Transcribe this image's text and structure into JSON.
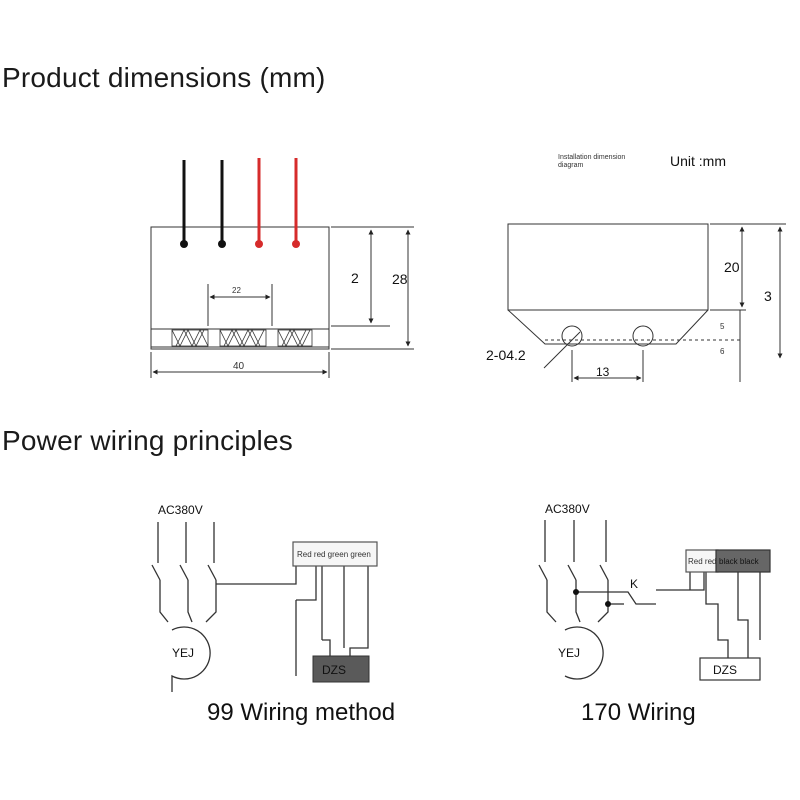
{
  "headings": {
    "dimensions": "Product dimensions (mm)",
    "wiring": "Power wiring principles"
  },
  "dim_left": {
    "width": "40",
    "spacing": "22",
    "inner_height": "2",
    "total_height": "28"
  },
  "dim_right": {
    "caption_line1": "Installation dimension",
    "caption_line2": "diagram",
    "unit": "Unit :mm",
    "height_20": "20",
    "height_3": "3",
    "offset_5": "5",
    "offset_6": "6",
    "hole_spacing": "13",
    "holes": "2-04.2"
  },
  "wiring_99": {
    "supply": "AC380V",
    "motor": "YEJ",
    "terminal": "Red red green green",
    "brake": "DZS",
    "caption": "99 Wiring method"
  },
  "wiring_170": {
    "supply": "AC380V",
    "motor": "YEJ",
    "switch": "K",
    "terminal_red": "Red red",
    "terminal_black": "black black",
    "brake": "DZS",
    "caption": "170 Wiring"
  }
}
